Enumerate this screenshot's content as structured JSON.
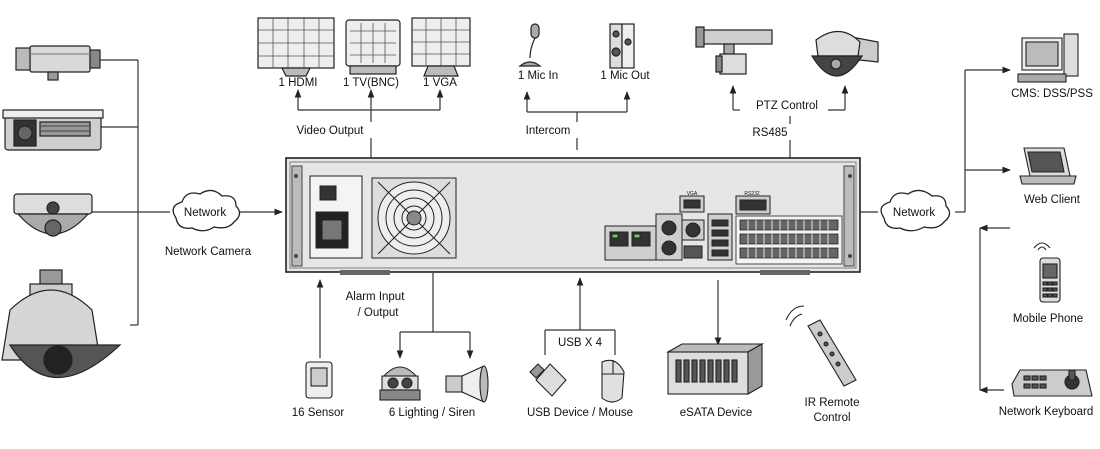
{
  "diagram": {
    "video_outputs": {
      "hdmi": "1 HDMI",
      "tv": "1 TV(BNC)",
      "vga": "1 VGA",
      "group": "Video Output"
    },
    "intercom": {
      "mic_in": "1 Mic In",
      "mic_out": "1 Mic Out",
      "group": "Intercom"
    },
    "ptz": {
      "label": "PTZ Control",
      "bus": "RS485"
    },
    "left_network": {
      "cloud": "Network",
      "caption": "Network Camera"
    },
    "right_network": {
      "cloud": "Network"
    },
    "clients": {
      "cms": "CMS: DSS/PSS",
      "web": "Web Client",
      "mobile": "Mobile Phone",
      "keyboard": "Network Keyboard"
    },
    "bottom": {
      "alarm_line1": "Alarm Input",
      "alarm_line2": "/ Output",
      "sensor": "16 Sensor",
      "lighting": "6 Lighting / Siren",
      "usb_bus": "USB X 4",
      "usb": "USB Device / Mouse",
      "esata": "eSATA Device",
      "ir_line1": "IR Remote",
      "ir_line2": "Control"
    },
    "panel": {
      "vga": "VGA",
      "rs232": "RS232"
    }
  }
}
